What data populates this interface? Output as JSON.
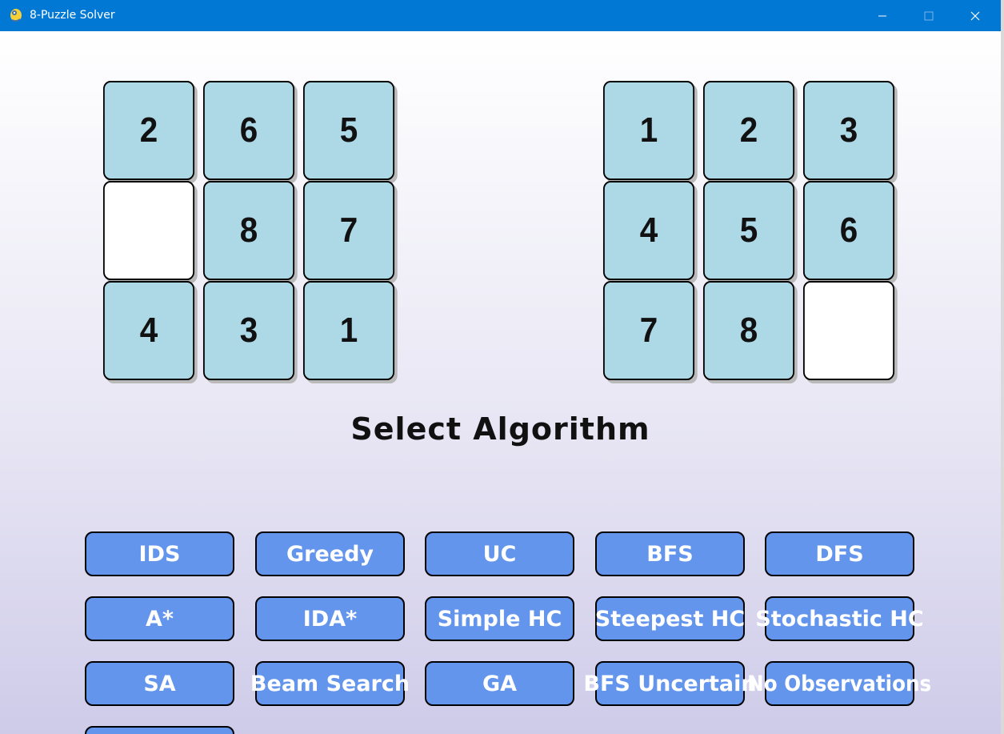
{
  "window": {
    "title": "8-Puzzle Solver",
    "icon": "python-snake-icon",
    "accent_color": "#0078d4"
  },
  "start_grid": [
    "2",
    "6",
    "5",
    "",
    "8",
    "7",
    "4",
    "3",
    "1"
  ],
  "goal_grid": [
    "1",
    "2",
    "3",
    "4",
    "5",
    "6",
    "7",
    "8",
    ""
  ],
  "heading": "Select Algorithm",
  "tile_color": "#add8e6",
  "button_color": "#6495ed",
  "algorithms": [
    "IDS",
    "Greedy",
    "UC",
    "BFS",
    "DFS",
    "A*",
    "IDA*",
    "Simple HC",
    "Steepest HC",
    "Stochastic HC",
    "SA",
    "Beam Search",
    "GA",
    "BFS Uncertain",
    "No Observations"
  ]
}
